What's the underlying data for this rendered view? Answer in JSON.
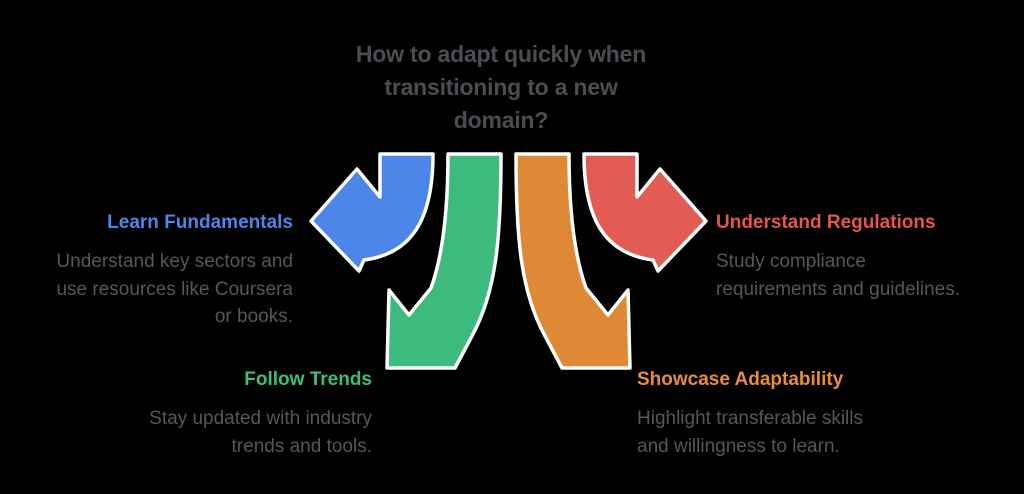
{
  "background_color": "#000000",
  "title": {
    "lines": [
      "How to adapt quickly when",
      "transitioning to a new",
      "domain?"
    ],
    "color": "#4a4e52"
  },
  "body_text_color": "#55575b",
  "sections": [
    {
      "id": "learn-fundamentals",
      "heading": "Learn Fundamentals",
      "heading_color": "#4d86e9",
      "body_lines": [
        "Understand key sectors and",
        "use resources like Coursera",
        "or books."
      ]
    },
    {
      "id": "understand-regulations",
      "heading": "Understand Regulations",
      "heading_color": "#e4564f",
      "body_lines": [
        "Study compliance",
        "requirements and guidelines."
      ]
    },
    {
      "id": "follow-trends",
      "heading": "Follow Trends",
      "heading_color": "#3cbd81",
      "body_lines": [
        "Stay updated with industry",
        "trends and tools."
      ]
    },
    {
      "id": "showcase-adaptability",
      "heading": "Showcase Adaptability",
      "heading_color": "#e88e35",
      "body_lines": [
        "Highlight transferable skills",
        "and willingness to learn."
      ]
    }
  ],
  "arrows": {
    "outline_color": "#ffffff",
    "items": [
      {
        "name": "left-curved-arrow",
        "direction": "left",
        "color": "#4d86e9",
        "section": "Learn Fundamentals"
      },
      {
        "name": "down-left-curved-arrow",
        "direction": "down-left",
        "color": "#3cbb7d",
        "section": "Follow Trends"
      },
      {
        "name": "down-right-curved-arrow",
        "direction": "down-right",
        "color": "#df8936",
        "section": "Showcase Adaptability"
      },
      {
        "name": "right-curved-arrow",
        "direction": "right",
        "color": "#e25c54",
        "section": "Understand Regulations"
      }
    ]
  }
}
